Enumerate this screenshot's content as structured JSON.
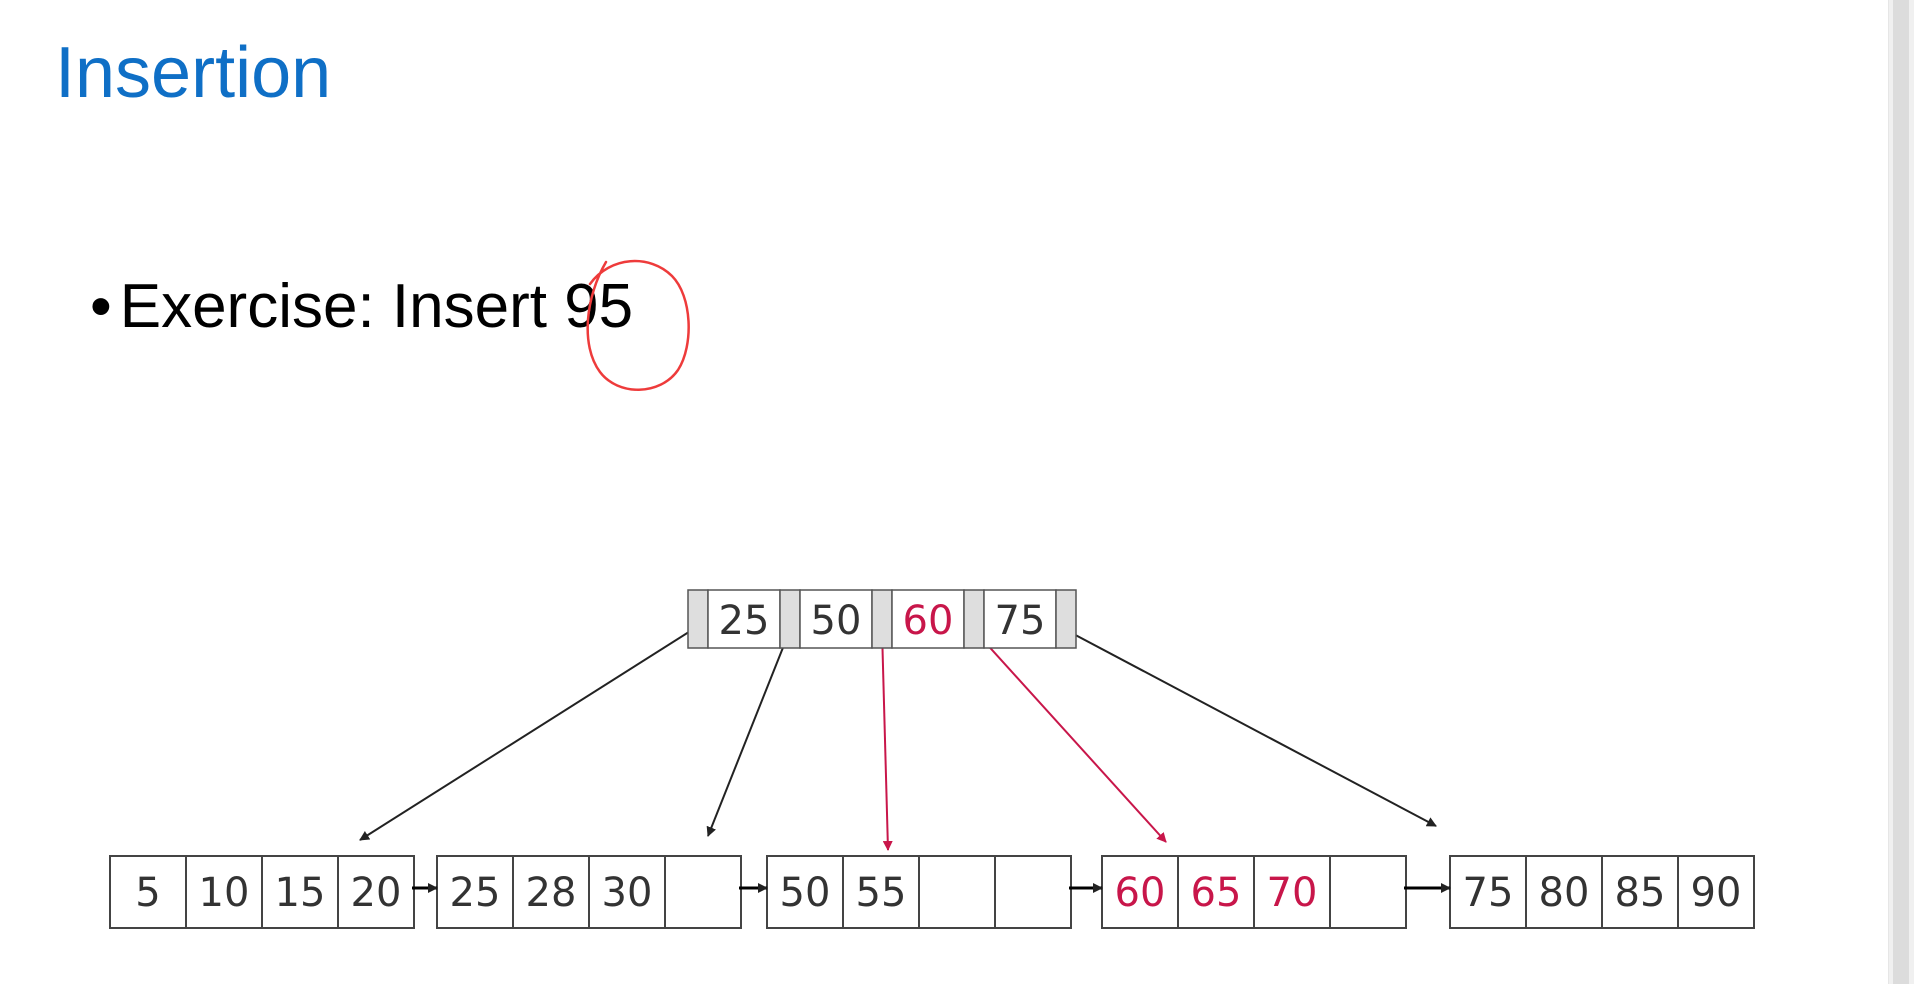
{
  "slide": {
    "title": "Insertion",
    "bullet_symbol": "•",
    "bullet_text": "Exercise: Insert 95"
  },
  "colors": {
    "title": "#0f6fc6",
    "highlight": "#c8164a",
    "annotation": "#ee3b3b",
    "pointer_cell": "#dedede",
    "line": "#222222"
  },
  "diagram": {
    "root": {
      "keys": [
        {
          "label": "25",
          "color": "normal"
        },
        {
          "label": "50",
          "color": "normal"
        },
        {
          "label": "60",
          "color": "highlight"
        },
        {
          "label": "75",
          "color": "normal"
        }
      ]
    },
    "leaves": [
      {
        "keys": [
          "5",
          "10",
          "15",
          "20"
        ],
        "highlighted": []
      },
      {
        "keys": [
          "25",
          "28",
          "30",
          ""
        ],
        "highlighted": []
      },
      {
        "keys": [
          "50",
          "55",
          "",
          ""
        ],
        "highlighted": []
      },
      {
        "keys": [
          "60",
          "65",
          "70",
          ""
        ],
        "highlighted": [
          "60",
          "65",
          "70"
        ]
      },
      {
        "keys": [
          "75",
          "80",
          "85",
          "90"
        ],
        "highlighted": []
      }
    ],
    "child_edges": [
      {
        "from_pointer": 0,
        "to_leaf": 0,
        "color": "normal"
      },
      {
        "from_pointer": 1,
        "to_leaf": 1,
        "color": "normal"
      },
      {
        "from_pointer": 2,
        "to_leaf": 2,
        "color": "highlight"
      },
      {
        "from_pointer": 3,
        "to_leaf": 3,
        "color": "highlight"
      },
      {
        "from_pointer": 4,
        "to_leaf": 4,
        "color": "normal"
      }
    ],
    "sibling_links": 4,
    "annotation": "circle-around-95"
  }
}
